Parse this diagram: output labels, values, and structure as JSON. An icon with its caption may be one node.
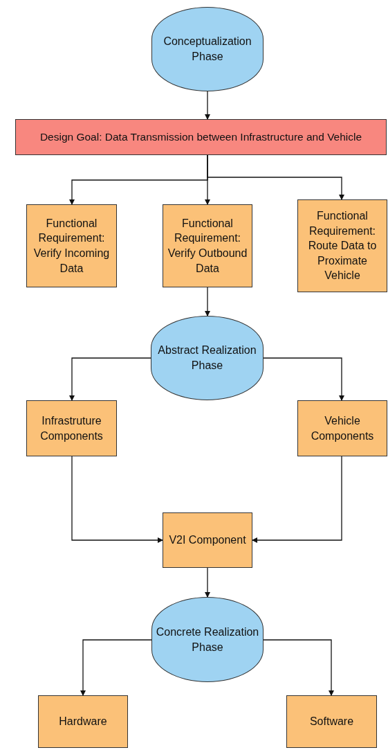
{
  "diagram": {
    "nodes": [
      {
        "text": [
          "Conceptualization Phase"
        ]
      },
      {
        "text": [
          "Design Goal: Data Transmission between Infrastructure and Vehicle"
        ]
      },
      {
        "text": [
          "Functional Requirement: Verify Incoming Data"
        ]
      },
      {
        "text": [
          "Functional Requirement: Verify Outbound Data"
        ]
      },
      {
        "text": [
          "Functional Requirement: Route Data to Proximate Vehicle"
        ]
      },
      {
        "text": [
          "Abstract Realization Phase"
        ]
      },
      {
        "text": [
          "Infrastruture Components"
        ]
      },
      {
        "text": [
          "Vehicle Components"
        ]
      },
      {
        "text": [
          "V2I Component"
        ]
      },
      {
        "text": [
          "Concrete Realization Phase"
        ]
      },
      {
        "text": [
          "Hardware"
        ]
      },
      {
        "text": [
          "Software"
        ]
      }
    ],
    "edges": [
      {
        "from": 0,
        "to": 1,
        "arrow": "to"
      },
      {
        "from": 1,
        "to": 2,
        "arrow": "to"
      },
      {
        "from": 1,
        "to": 3,
        "arrow": "to"
      },
      {
        "from": 1,
        "to": 4,
        "arrow": "to"
      },
      {
        "from": 3,
        "to": 5,
        "arrow": "to"
      },
      {
        "from": 5,
        "to": 6,
        "arrow": "to"
      },
      {
        "from": 5,
        "to": 7,
        "arrow": "to"
      },
      {
        "from": 6,
        "to": 8,
        "arrow": "to"
      },
      {
        "from": 7,
        "to": 8,
        "arrow": "to"
      },
      {
        "from": 8,
        "to": 9,
        "arrow": "to"
      },
      {
        "from": 9,
        "to": 10,
        "arrow": "to"
      },
      {
        "from": 9,
        "to": 11,
        "arrow": "to"
      }
    ]
  }
}
